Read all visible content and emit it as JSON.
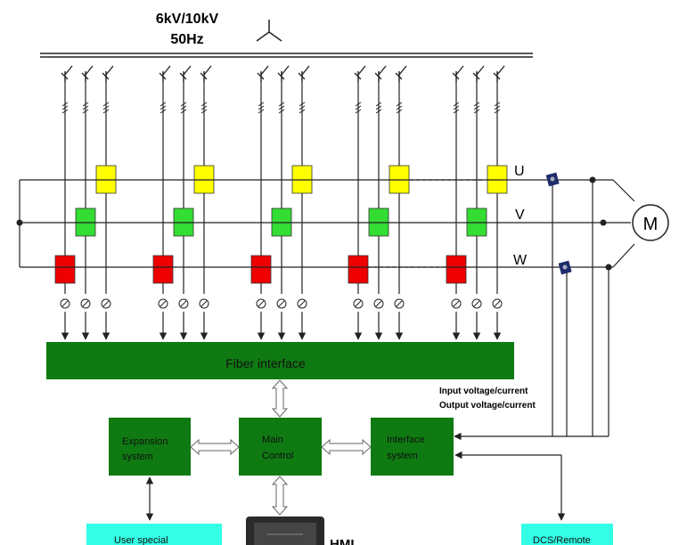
{
  "header": {
    "voltage": "6kV/10kV",
    "frequency": "50Hz"
  },
  "phases": {
    "u": "U",
    "v": "V",
    "w": "W"
  },
  "motor": {
    "label": "M"
  },
  "fiber_interface": {
    "label": "Fiber interface"
  },
  "signals": {
    "input": "Input voltage/current",
    "output": "Output voltage/current"
  },
  "blocks": {
    "expansion": {
      "line1": "Expansion",
      "line2": "system"
    },
    "main_control": {
      "line1": "Main",
      "line2": "Control"
    },
    "interface": {
      "line1": "Interface",
      "line2": "system"
    }
  },
  "user_special": {
    "label": "User special"
  },
  "hmi": {
    "label": "HMI"
  },
  "dcs": {
    "label": "DCS/Remote"
  },
  "colors": {
    "green_dark": "#0f7a12",
    "green_light": "#33dd33",
    "yellow": "#ffff00",
    "red": "#ee0000",
    "cyan": "#33ffe6",
    "line": "#222222"
  }
}
